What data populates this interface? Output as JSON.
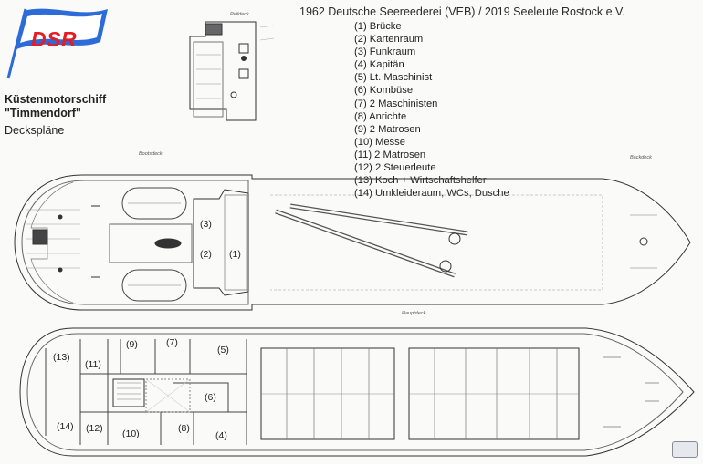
{
  "title": "1962 Deutsche Seereederei (VEB) / 2019 Seeleute Rostock e.V.",
  "logo": {
    "text": "DSR",
    "flag_red": "#e61c24",
    "flag_blue": "#2c6bd8"
  },
  "ship": {
    "line1": "Küstenmotorschiff",
    "line2": "\"Timmendorf\"",
    "subtitle": "Deckspläne"
  },
  "legend": [
    "(1) Brücke",
    "(2) Kartenraum",
    "(3) Funkraum",
    "(4) Kapitän",
    "(5) Lt. Maschinist",
    "(6) Kombüse",
    "(7) 2 Maschinisten",
    "(8) Anrichte",
    "(9) 2 Matrosen",
    "(10) Messe",
    "(11) 2 Matrosen",
    "(12) 2 Steuerleute",
    "(13) Koch + Wirtschaftshelfer",
    "(14) Umkleideraum, WCs, Dusche"
  ],
  "deck_labels": {
    "peildeck": "Peildeck",
    "bootsdeck": "Bootsdeck",
    "backdeck": "Backdeck",
    "hauptdeck": "Hauptdeck"
  },
  "boat_deck_rooms": {
    "r3": "(3)",
    "r2": "(2)",
    "r1": "(1)"
  },
  "main_deck_rooms": {
    "r13": "(13)",
    "r11": "(11)",
    "r9": "(9)",
    "r7": "(7)",
    "r5": "(5)",
    "r6": "(6)",
    "r14": "(14)",
    "r12": "(12)",
    "r10": "(10)",
    "r8": "(8)",
    "r4": "(4)"
  }
}
